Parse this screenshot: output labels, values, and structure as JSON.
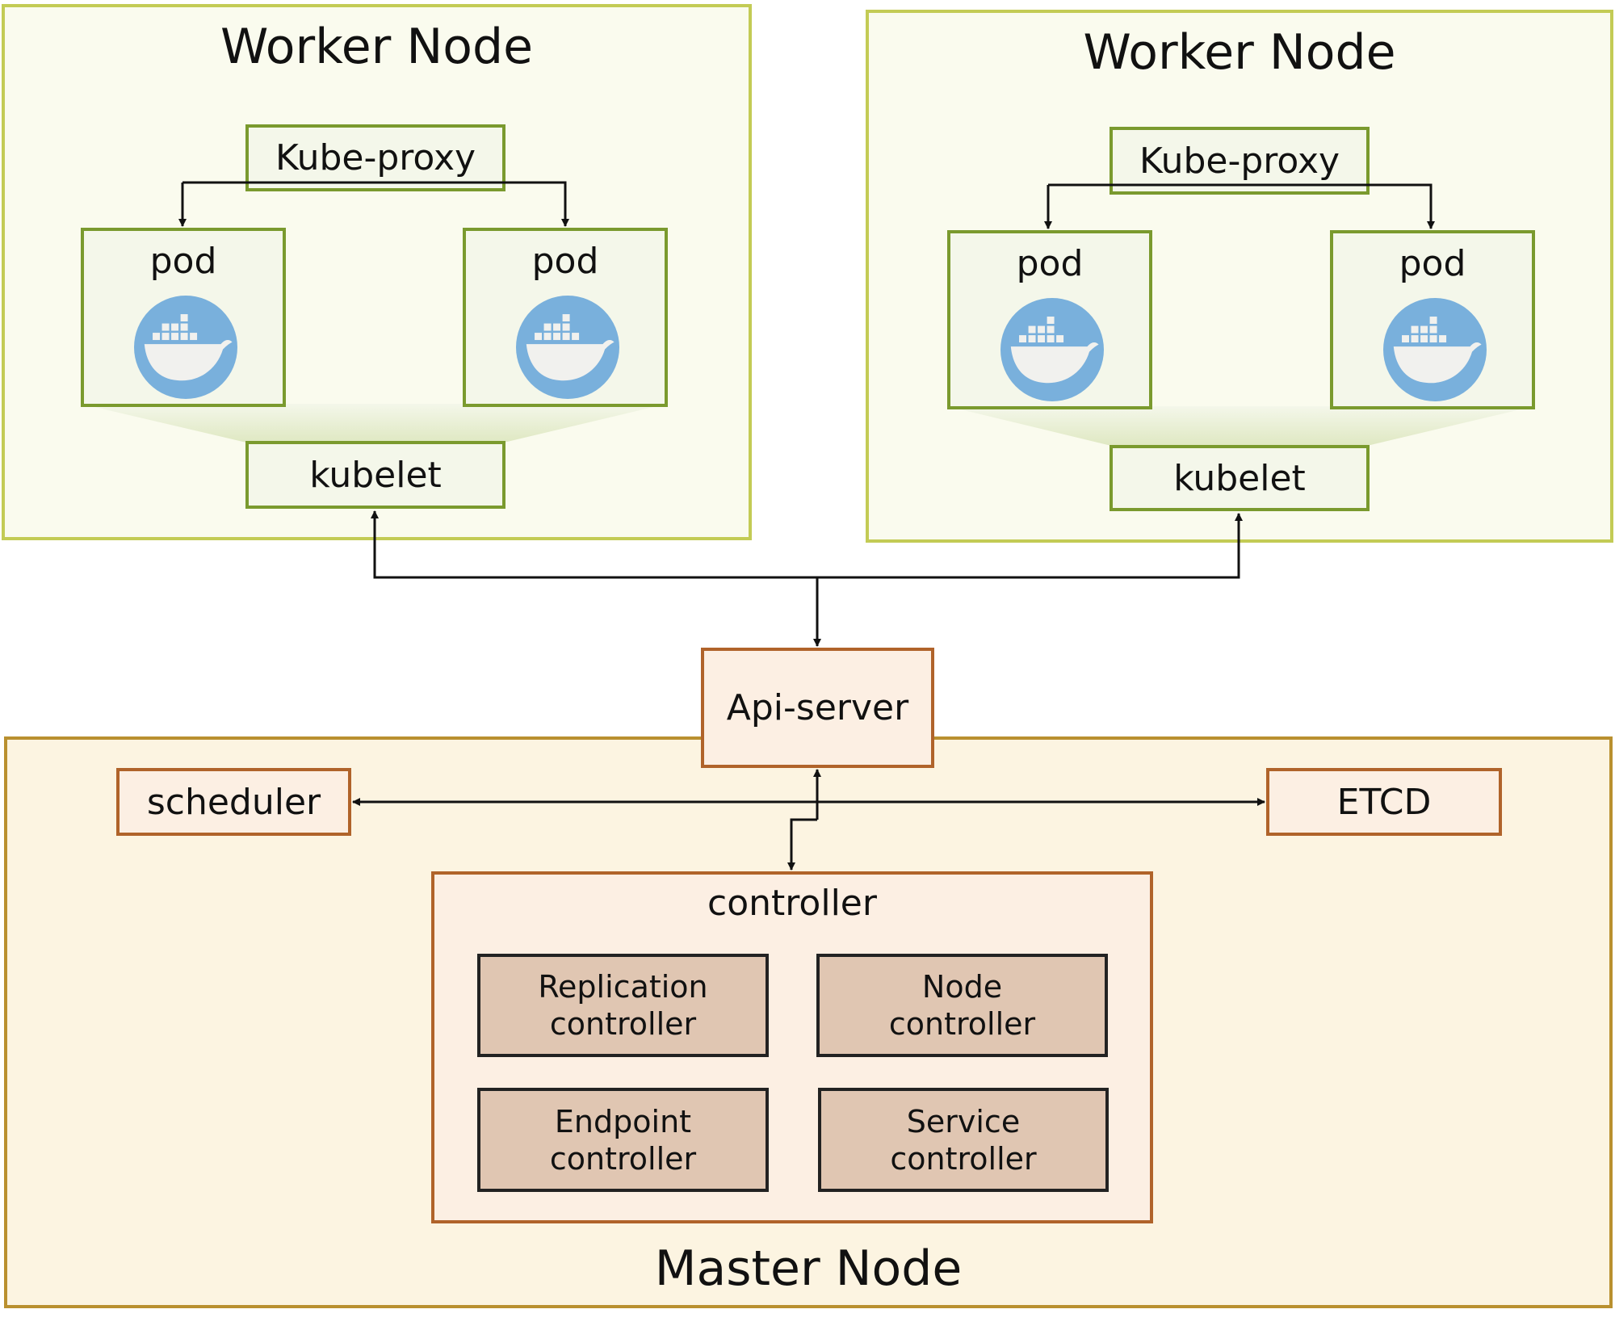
{
  "workers": [
    {
      "title": "Worker Node",
      "proxy": "Kube-proxy",
      "pods": [
        {
          "label": "pod",
          "icon": "docker-icon"
        },
        {
          "label": "pod",
          "icon": "docker-icon"
        }
      ],
      "kubelet": "kubelet"
    },
    {
      "title": "Worker Node",
      "proxy": "Kube-proxy",
      "pods": [
        {
          "label": "pod",
          "icon": "docker-icon"
        },
        {
          "label": "pod",
          "icon": "docker-icon"
        }
      ],
      "kubelet": "kubelet"
    }
  ],
  "api_server": "Api-server",
  "master": {
    "title": "Master Node",
    "scheduler": "scheduler",
    "etcd": "ETCD",
    "controller": {
      "title": "controller",
      "items": [
        {
          "line1": "Replication",
          "line2": "controller"
        },
        {
          "line1": "Node",
          "line2": "controller"
        },
        {
          "line1": "Endpoint",
          "line2": "controller"
        },
        {
          "line1": "Service",
          "line2": "controller"
        }
      ]
    }
  },
  "colors": {
    "worker_fill": "#fafbee",
    "worker_border": "#c3cb55",
    "green_border": "#7a9a2e",
    "master_fill": "#fcf4e1",
    "master_border": "#b9902f",
    "orange_border": "#b0632a",
    "sub_controller_fill": "#e0c6b2",
    "docker_blue": "#79b0dc"
  }
}
